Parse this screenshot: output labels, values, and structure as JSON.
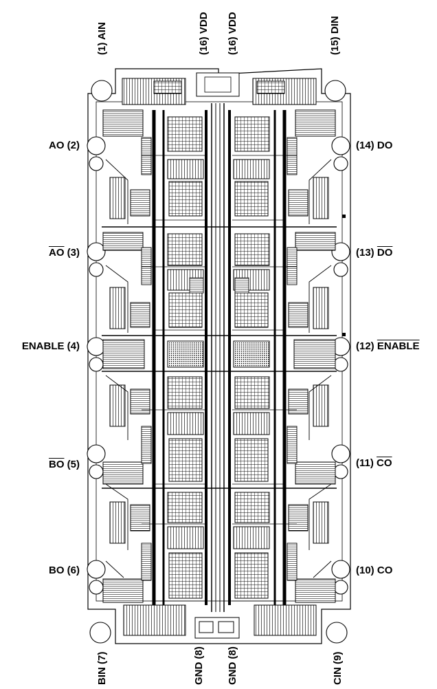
{
  "pins_top": [
    {
      "name": "AIN",
      "num": "(1)"
    },
    {
      "name": "VDD",
      "num": "(16)"
    },
    {
      "name": "VDD",
      "num": "(16)"
    },
    {
      "name": "DIN",
      "num": "(15)"
    }
  ],
  "pins_left": [
    {
      "name": "AO",
      "num": "(2)",
      "bar": false
    },
    {
      "name": "AO",
      "num": "(3)",
      "bar": true
    },
    {
      "name": "ENABLE",
      "num": "(4)",
      "bar": false
    },
    {
      "name": "BO",
      "num": "(5)",
      "bar": true
    },
    {
      "name": "BO",
      "num": "(6)",
      "bar": false
    }
  ],
  "pins_right": [
    {
      "name": "DO",
      "num": "(14)",
      "bar": false
    },
    {
      "name": "DO",
      "num": "(13)",
      "bar": true
    },
    {
      "name": "ENABLE",
      "num": "(12)",
      "bar": true
    },
    {
      "name": "CO",
      "num": "(11)",
      "bar": true
    },
    {
      "name": "CO",
      "num": "(10)",
      "bar": false
    }
  ],
  "pins_bottom": [
    {
      "name": "BIN",
      "num": "(7)"
    },
    {
      "name": "GND",
      "num": "(8)"
    },
    {
      "name": "GND",
      "num": "(8)"
    },
    {
      "name": "CIN",
      "num": "(9)"
    }
  ]
}
